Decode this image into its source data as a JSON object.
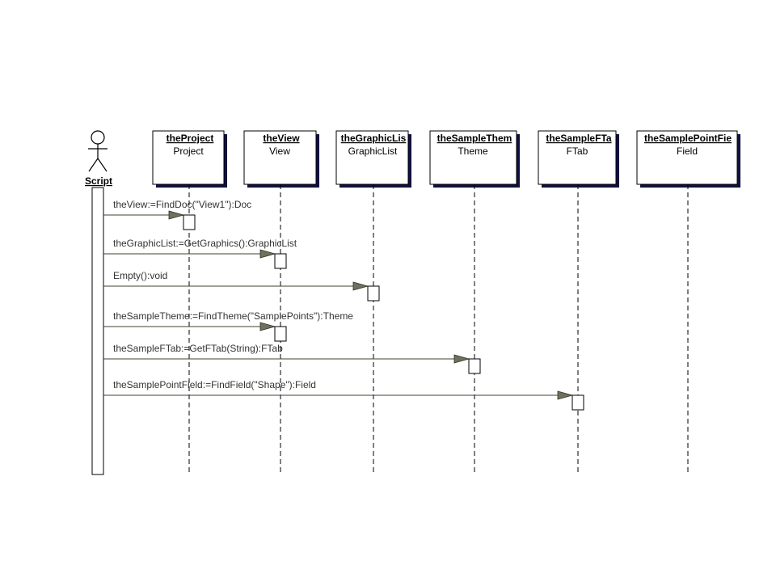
{
  "actor": {
    "label": "Script"
  },
  "objects": [
    {
      "name": "theProject",
      "class": "Project"
    },
    {
      "name": "theView",
      "class": "View"
    },
    {
      "name": "theGraphicLis",
      "class": "GraphicList"
    },
    {
      "name": "theSampleThem",
      "class": "Theme"
    },
    {
      "name": "theSampleFTa",
      "class": "FTab"
    },
    {
      "name": "theSamplePointFie",
      "class": "Field"
    }
  ],
  "messages": [
    {
      "label": "theView:=FindDoc(\"View1\"):Doc",
      "target": 0
    },
    {
      "label": "theGraphicList:=GetGraphics():GraphicList",
      "target": 1
    },
    {
      "label": "Empty():void",
      "target": 2
    },
    {
      "label": "theSampleTheme:=FindTheme(\"SamplePoints\"):Theme",
      "target": 1
    },
    {
      "label": "theSampleFTab:=GetFTab(String):FTab",
      "target": 3
    },
    {
      "label": "theSamplePointField:=FindField(\"Shape\"):Field",
      "target": 4
    }
  ]
}
